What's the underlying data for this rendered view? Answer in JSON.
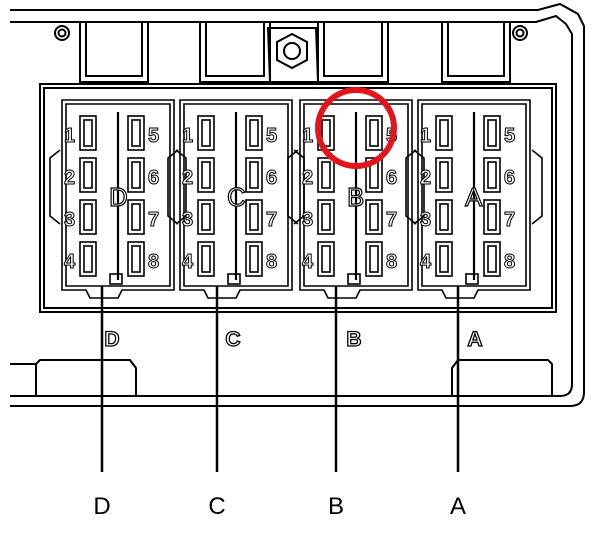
{
  "connectors": [
    {
      "letter": "D",
      "pins_left": [
        "1",
        "2",
        "3",
        "4"
      ],
      "pins_right": [
        "5",
        "6",
        "7",
        "8"
      ]
    },
    {
      "letter": "C",
      "pins_left": [
        "1",
        "2",
        "3",
        "4"
      ],
      "pins_right": [
        "5",
        "6",
        "7",
        "8"
      ]
    },
    {
      "letter": "B",
      "pins_left": [
        "1",
        "2",
        "3",
        "4"
      ],
      "pins_right": [
        "5",
        "6",
        "7",
        "8"
      ]
    },
    {
      "letter": "A",
      "pins_left": [
        "1",
        "2",
        "3",
        "4"
      ],
      "pins_right": [
        "5",
        "6",
        "7",
        "8"
      ]
    }
  ],
  "callout_labels": [
    "D",
    "C",
    "B",
    "A"
  ],
  "highlight": {
    "connector": "B",
    "pin": "5",
    "color": "#e3151a"
  },
  "line_color": "#000000"
}
